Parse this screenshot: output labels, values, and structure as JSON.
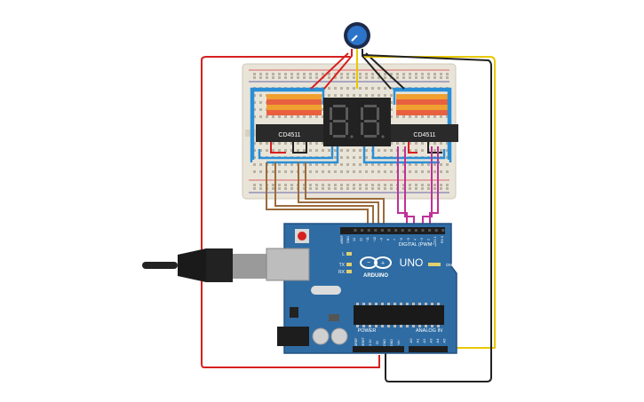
{
  "breadboard": {
    "chip_left_label": "CD4511",
    "chip_right_label": "CD4511",
    "row_count": 30
  },
  "display": {
    "digit_left": "8",
    "digit_right": "8",
    "segment_color": "#5a5a5a"
  },
  "arduino": {
    "brand": "ARDUINO",
    "model": "UNO",
    "digital_label": "DIGITAL (PWM~)",
    "power_label": "POWER",
    "analog_label": "ANALOG IN",
    "aref": "AREF",
    "gnd": "GND",
    "led_l": "L",
    "led_tx": "TX",
    "led_rx": "RX",
    "on_label": "ON",
    "digital_pins": [
      "13",
      "12",
      "~11",
      "~10",
      "~9",
      "8",
      "7",
      "~6",
      "~5",
      "4",
      "~3",
      "2",
      "TX 1",
      "RX 0"
    ],
    "power_pins": [
      "IOREF",
      "RESET",
      "3.3V",
      "5V",
      "GND",
      "GND",
      "Vin"
    ],
    "analog_pins": [
      "A0",
      "A1",
      "A2",
      "A3",
      "A4",
      "A5"
    ]
  },
  "colors": {
    "board_blue": "#2f6ca3",
    "wire_red": "#d62020",
    "wire_yellow": "#e8c800",
    "wire_black": "#222222",
    "wire_brown": "#9a6b3c",
    "wire_magenta": "#c0309a",
    "wire_blue": "#2a8fd6",
    "breadboard": "#e9e4d8"
  }
}
